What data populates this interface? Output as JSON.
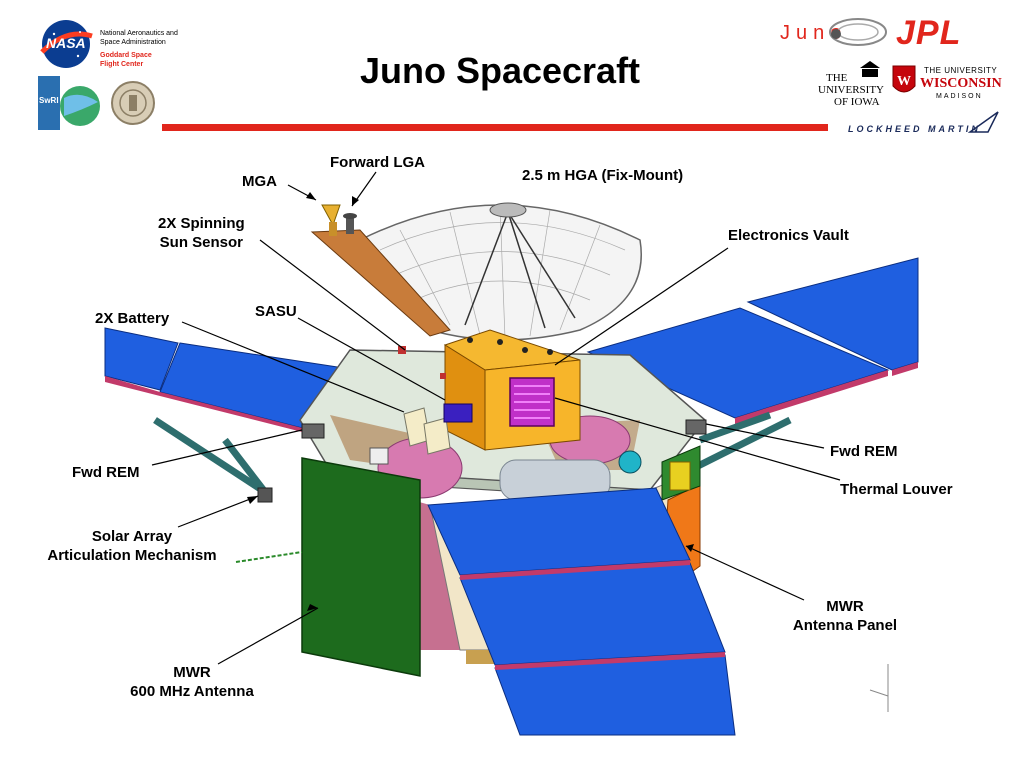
{
  "title": "Juno Spacecraft",
  "logos": {
    "nasa_mark": "NASA",
    "nasa_line1": "National Aeronautics and",
    "nasa_line2": "Space Administration",
    "goddard_line1": "Goddard Space",
    "goddard_line2": "Flight Center",
    "swri": "SwRI",
    "juno": "Juno",
    "jpl": "JPL",
    "iowa_line1": "THE",
    "iowa_line2": "UNIVERSITY",
    "iowa_line3": "OF IOWA",
    "wisc_line1": "THE UNIVERSITY",
    "wisc_line2": "WISCONSIN",
    "wisc_line3": "MADISON",
    "lockheed": "LOCKHEED MARTIN"
  },
  "labels": {
    "forward_lga": "Forward LGA",
    "mga": "MGA",
    "hga": "2.5 m HGA (Fix-Mount)",
    "sun_sensor_1": "2X Spinning",
    "sun_sensor_2": "Sun Sensor",
    "electronics_vault": "Electronics Vault",
    "sasu": "SASU",
    "battery": "2X Battery",
    "fwd_rem_left": "Fwd REM",
    "fwd_rem_right": "Fwd REM",
    "thermal_louver": "Thermal Louver",
    "sa_mech_1": "Solar Array",
    "sa_mech_2": "Articulation Mechanism",
    "mwr_panel_1": "MWR",
    "mwr_panel_2": "Antenna Panel",
    "mwr_600_1": "MWR",
    "mwr_600_2": "600 MHz Antenna"
  },
  "colors": {
    "accent_red": "#e1261c",
    "solar_blue": "#1f5fe0",
    "vault_gold": "#f0a81a",
    "panel_green": "#1d6b1d",
    "panel_orange": "#f07818"
  }
}
